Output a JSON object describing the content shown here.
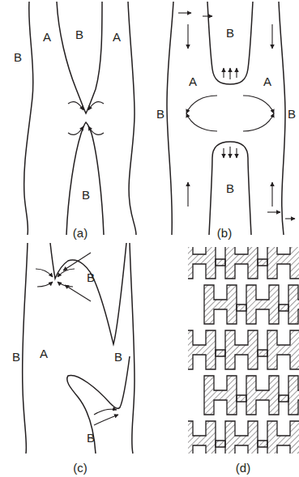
{
  "diagram": {
    "labels": [
      "B",
      "A",
      "B",
      "A",
      "B",
      "(a)",
      "B",
      "A",
      "A",
      "B",
      "B",
      "B",
      "(b)",
      "B",
      "B",
      "A",
      "B",
      "B",
      "(c)",
      "(d)"
    ]
  }
}
